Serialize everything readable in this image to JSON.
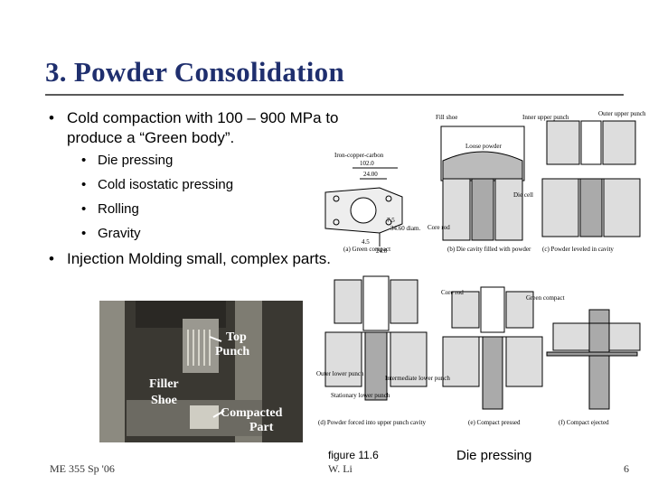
{
  "slide": {
    "title": "3. Powder Consolidation",
    "bullets": [
      {
        "text": "Cold compaction with 100 – 900 MPa to produce a “Green body”."
      },
      {
        "text": "Die pressing",
        "level": 2
      },
      {
        "text": "Cold isostatic pressing",
        "level": 2
      },
      {
        "text": "Rolling",
        "level": 2
      },
      {
        "text": "Gravity",
        "level": 2
      },
      {
        "text": "Injection Molding small, complex parts."
      }
    ],
    "bullet_symbol": "•"
  },
  "photo": {
    "labels": {
      "top_punch": "Top\nPunch",
      "filler_shoe": "Filler\nShoe",
      "compacted_part": "Compacted\nPart"
    },
    "top_punch_line1": "Top",
    "top_punch_line2": "Punch",
    "filler_line1": "Filler",
    "filler_line2": "Shoe",
    "compacted_line1": "Compacted",
    "compacted_line2": "Part"
  },
  "diagram": {
    "labels": {
      "fill_shoe": "Fill shoe",
      "inner_upper_punch": "Inner upper punch",
      "outer_upper_punch": "Outer upper punch",
      "loose_powder": "Loose powder",
      "iron_copper_carbon": "Iron-copper-carbon",
      "dim_102": "102.0",
      "dim_24": "24.00",
      "dim_7_5": "7.5",
      "dim_diam": "34.60 diam.",
      "dim_4_5": "4.5",
      "dim_24_0": "24.0",
      "core_rod": "Core rod",
      "die_cell": "Die cell",
      "cap_a": "(a) Green compact",
      "cap_b": "(b) Die cavity filled with powder",
      "cap_c": "(c) Powder leveled in cavity",
      "core_rod2": "Core rod",
      "green_compact": "Green compact",
      "outer_lower_punch": "Outer lower punch",
      "intermediate_lower_punch": "Intermediate lower punch",
      "stationary_lower_punch": "Stationary lower punch",
      "cap_d": "(d) Powder forced into upper punch cavity",
      "cap_e": "(e) Compact pressed",
      "cap_f": "(f) Compact ejected"
    }
  },
  "captions": {
    "figure": "figure 11.6",
    "die_pressing": "Die pressing"
  },
  "footer": {
    "left": "ME 355 Sp '06",
    "center": "W. Li",
    "page": "6"
  },
  "colors": {
    "title": "#1f2f6e",
    "rule": "#5a5a5a"
  }
}
